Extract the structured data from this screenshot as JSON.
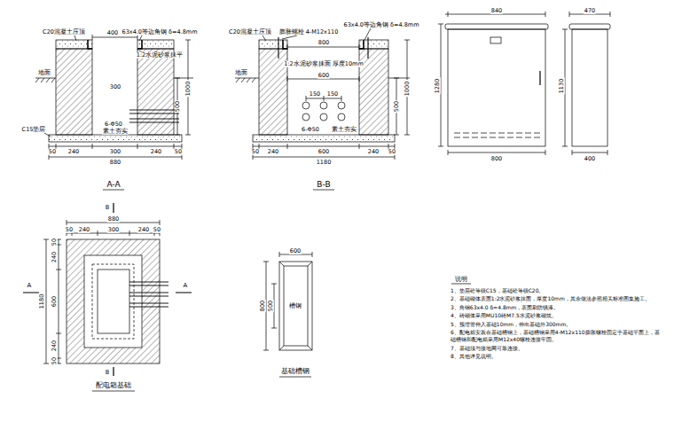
{
  "diagram": {
    "labels": [
      "400",
      "C20混凝土压顶",
      "63x4.0等边角钢 δ=4.8mm",
      "1:2水泥砂浆抹平",
      "地面",
      "C15垫层",
      "300",
      "6-Φ50",
      "500",
      "1000",
      "素土夯实",
      "50",
      "240",
      "300",
      "240",
      "50",
      "880",
      "A-A",
      "C20混凝土压顶",
      "膨胀螺栓 4-M12x110",
      "63x4.0等边角钢 δ=4.8mm",
      "800",
      "1:2水泥砂浆抹面 厚度10mm",
      "600",
      "150",
      "150",
      "6-Φ50",
      "素土夯实",
      "地面",
      "500",
      "1000",
      "50",
      "240",
      "600",
      "240",
      "50",
      "1180",
      "B-B",
      "840",
      "1280",
      "800",
      "470",
      "1130",
      "400",
      "B",
      "880",
      "50",
      "240",
      "300",
      "240",
      "50",
      "1180",
      "50",
      "240",
      "600",
      "240",
      "50",
      "A",
      "A",
      "B",
      "配电箱基础",
      "600",
      "800",
      "500",
      "槽钢",
      "基础槽钢",
      "说明",
      "1、垫层砼等级C15，基础砼等级C20。",
      "2、基础砌体表面1:2水泥砂浆抹面，厚度10mm，其余做法参照相关标准图集施工。",
      "3、角钢63x4.0 δ=4.8mm，表面刷防锈漆。",
      "4、砖砌体采用MU10砖M7.5水泥砂浆砌筑。",
      "5、预埋管伸入基础10mm，伸出基础外300mm。",
      "6、配电箱安装在基础槽钢上，基础槽钢采用4-M12x110膨胀螺栓固定于基础平面上，基础槽钢和配电箱采用M12x40螺栓连接牢固。",
      "7、基础须与接地网可靠连接。",
      "8、其他详见说明。"
    ]
  }
}
